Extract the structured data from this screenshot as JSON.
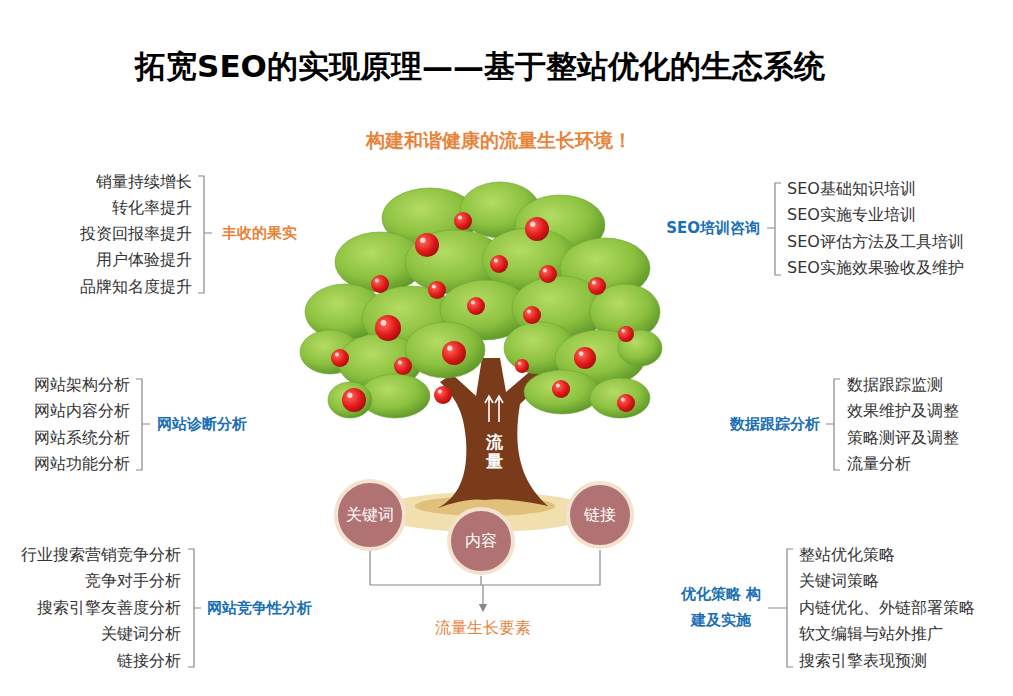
{
  "diagram": {
    "title": "拓宽SEO的实现原理——基于整站优化的生态系统",
    "nodes": [
      {
        "text": [
          "关键词"
        ]
      },
      {
        "text": [
          "内容"
        ]
      },
      {
        "text": [
          "链接"
        ]
      }
    ],
    "labels": [
      "构建和谐健康的流量生长环境！",
      "销量持续增长",
      "转化率提升",
      "投资回报率提升",
      "用户体验提升",
      "品牌知名度提升",
      "丰收的果实",
      "SEO培训咨询",
      "SEO基础知识培训",
      "SEO实施专业培训",
      "SEO评估方法及工具培训",
      "SEO实施效果验收及维护",
      "网站架构分析",
      "网站内容分析",
      "网站系统分析",
      "网站功能分析",
      "网站诊断分析",
      "数据跟踪分析",
      "数据跟踪监测",
      "效果维护及调整",
      "策略测评及调整",
      "流量分析",
      "流量",
      "行业搜索营销竞争分析",
      "竞争对手分析",
      "搜索引擎友善度分析",
      "关键词分析",
      "链接分析",
      "网站竞争性分析",
      "优化策略 构建及实施",
      "整站优化策略",
      "关键词策略",
      "内链优化、外链部署策略",
      "软文编辑与站外推广",
      "搜索引擎表现预测",
      "流量生长要素"
    ]
  }
}
